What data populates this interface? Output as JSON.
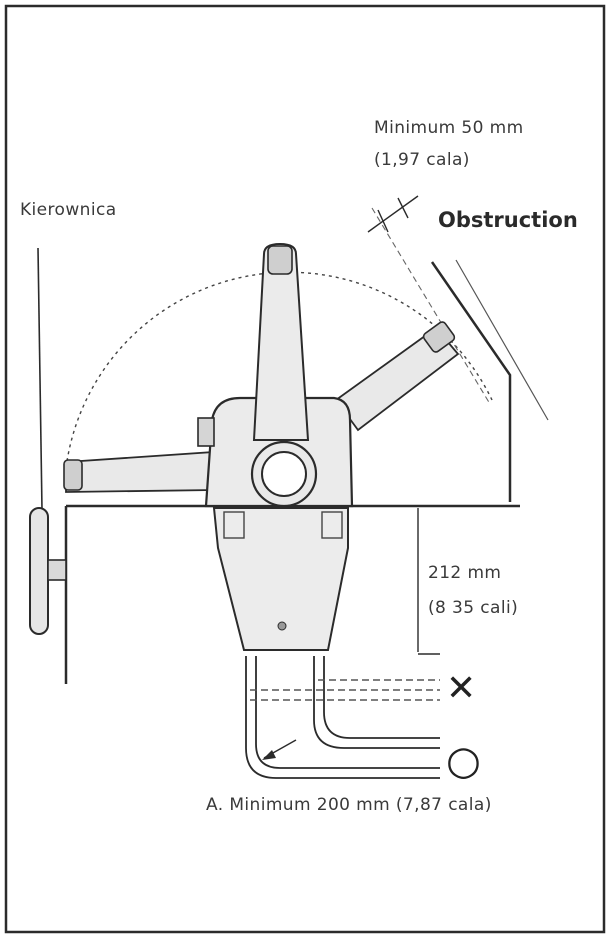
{
  "labels": {
    "clearance_top_line1": "Minimum  50  mm",
    "clearance_top_line2": "(1,97  cala)",
    "steering_wheel": "Kierownica",
    "obstruction": "Obstruction",
    "depth_line1": "212  mm",
    "depth_line2": "(8  35  cali)",
    "bend_radius": "A.  Minimum  200  mm  (7,87  cala)"
  },
  "symbols": {
    "incorrect": "✕",
    "correct": "○"
  },
  "colors": {
    "ink": "#2b2b2b",
    "text": "#3a3a3a",
    "background": "#ffffff",
    "lever_fill": "#e9e9e9"
  }
}
